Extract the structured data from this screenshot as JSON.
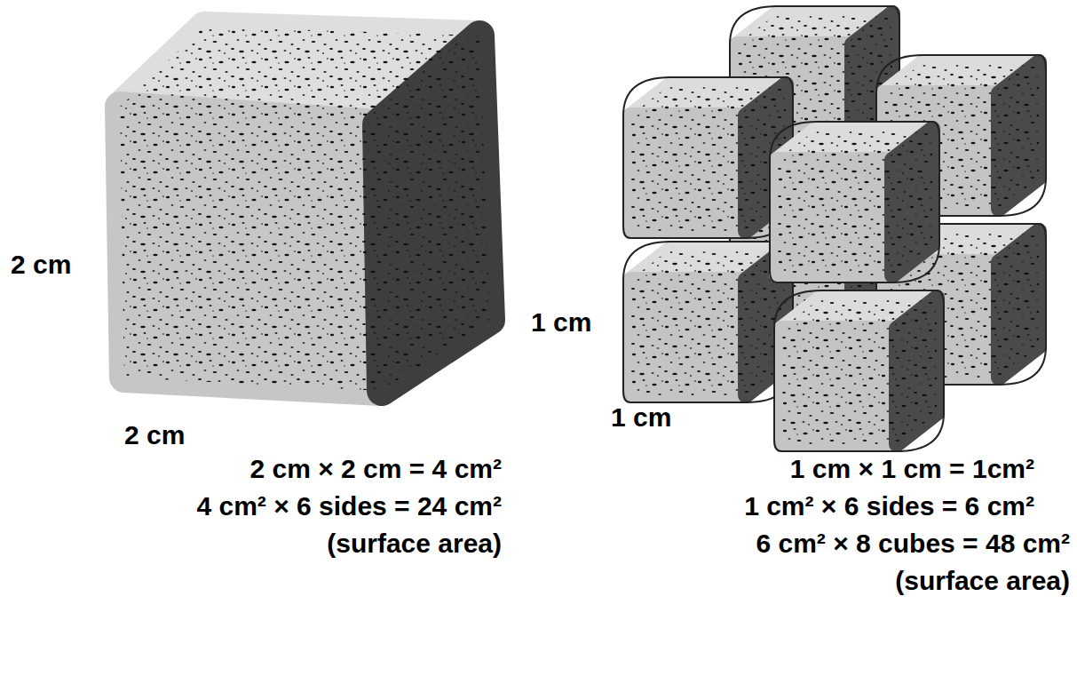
{
  "diagram": {
    "labels": [
      "2 cm",
      "1 cm",
      "2 cm",
      "1 cm",
      "2 cm × 2 cm = 4 cm²",
      "4 cm² × 6 sides = 24 cm²",
      "(surface area)",
      "1 cm × 1 cm = 1cm²",
      "1 cm² × 6 sides = 6 cm²",
      "6 cm² × 8 cubes = 48 cm²",
      "(surface area)"
    ]
  }
}
